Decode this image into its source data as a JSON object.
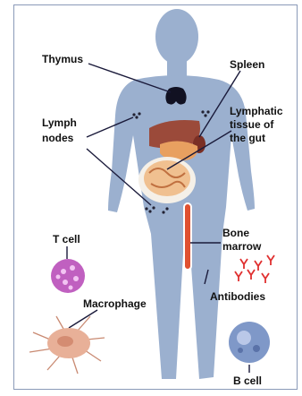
{
  "labels": {
    "thymus": "Thymus",
    "spleen": "Spleen",
    "lymph_nodes_1": "Lymph",
    "lymph_nodes_2": "nodes",
    "gut_1": "Lymphatic",
    "gut_2": "tissue of",
    "gut_3": "the gut",
    "bone_marrow_1": "Bone",
    "bone_marrow_2": "marrow",
    "t_cell": "T cell",
    "antibodies": "Antibodies",
    "macrophage": "Macrophage",
    "b_cell": "B cell"
  },
  "colors": {
    "body": "#9bb0cf",
    "border": "#8a9ab8",
    "leader_line": "#1a1a3a",
    "thymus": "#111122",
    "liver": "#9b4a3a",
    "stomach": "#e8a060",
    "intestine": "#f0c090",
    "bone_marrow": "#e05030",
    "t_cell": "#c060c0",
    "b_cell": "#7f98c8",
    "macrophage": "#e8b098",
    "antibodies": "#e03030"
  }
}
